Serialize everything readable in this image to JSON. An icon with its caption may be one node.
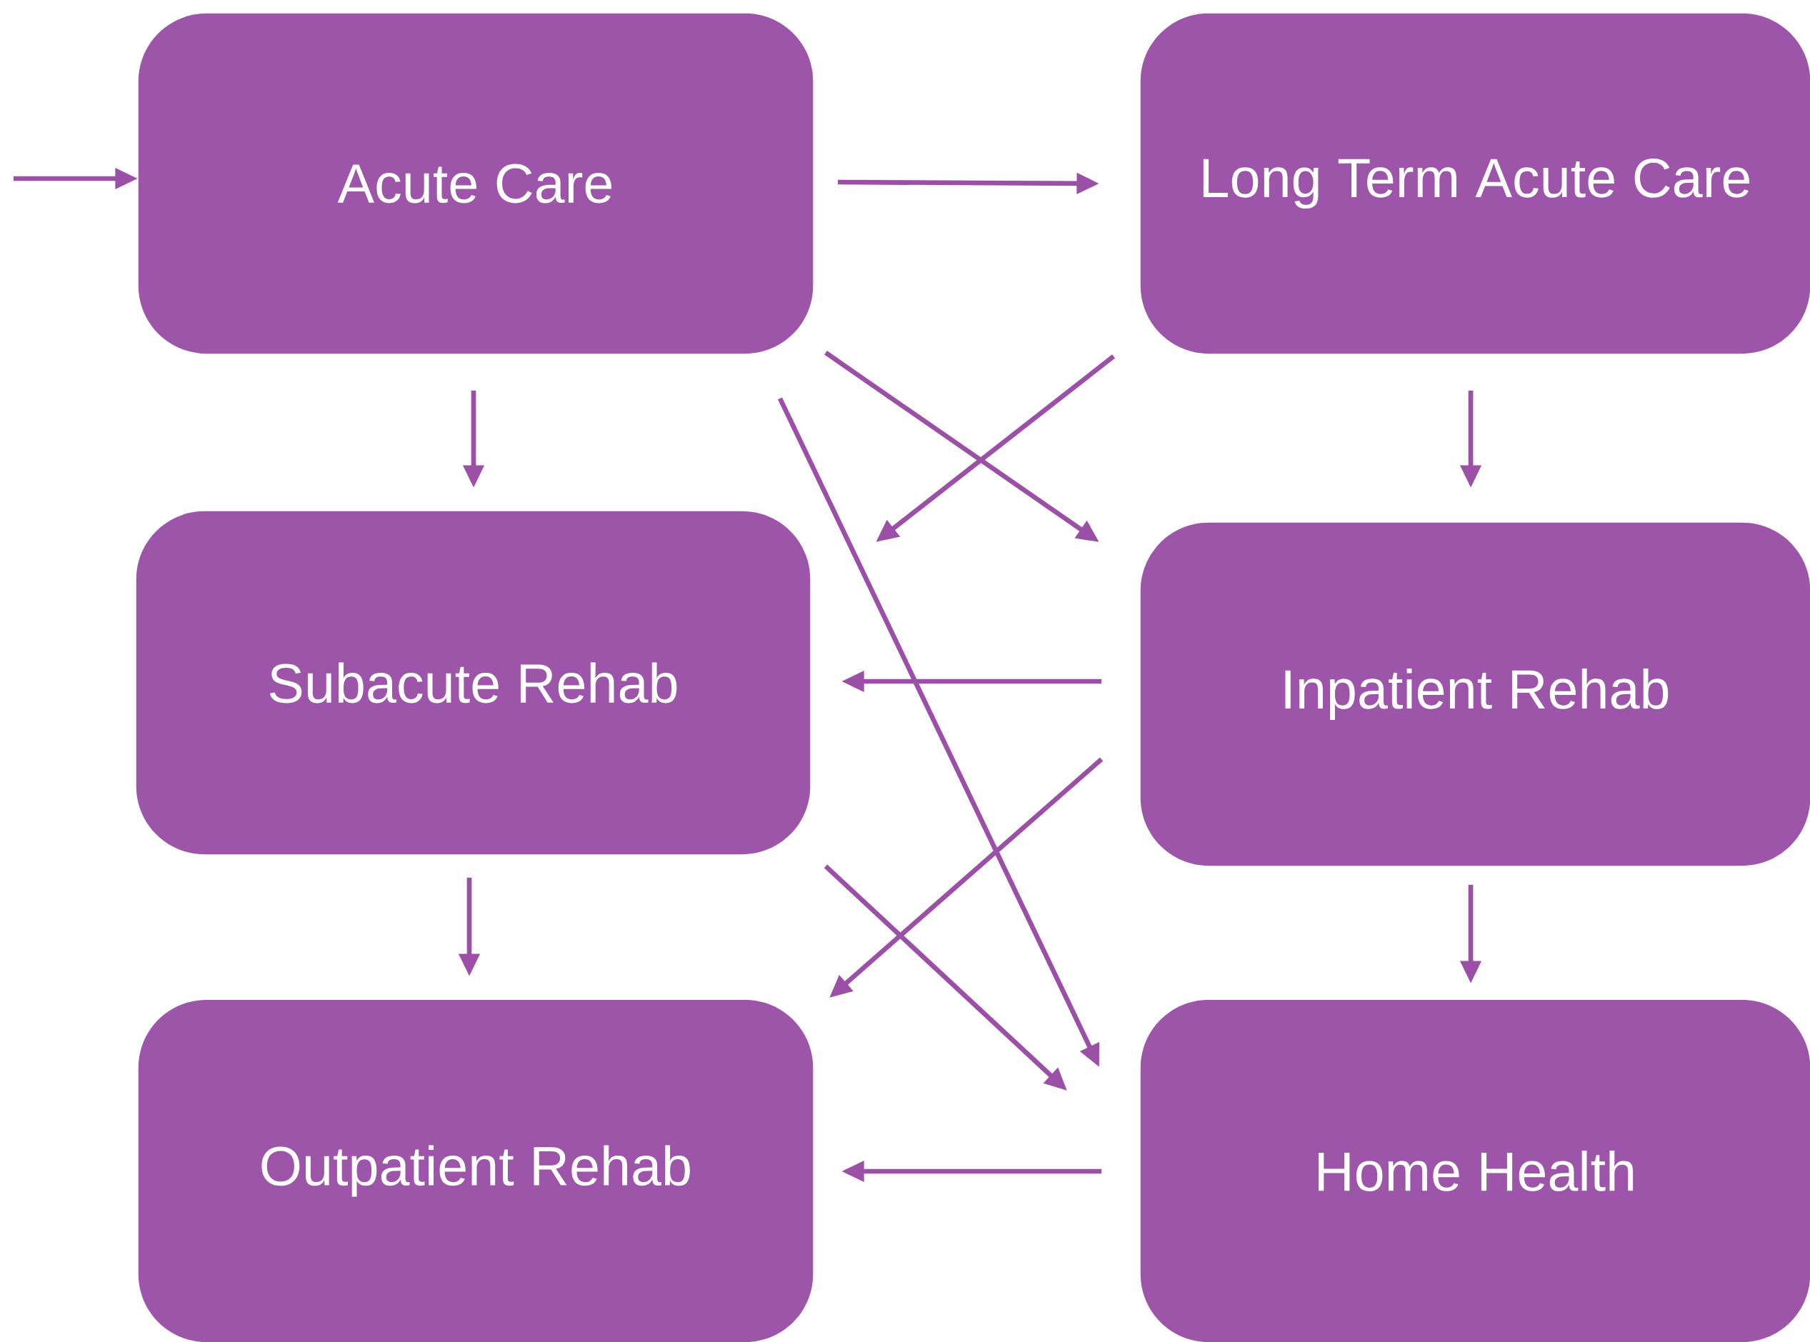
{
  "diagram": {
    "nodes": [
      {
        "text": [
          "Acute Care"
        ]
      },
      {
        "text": [
          "Long Term Acute Care"
        ]
      },
      {
        "text": [
          "Subacute Rehab"
        ]
      },
      {
        "text": [
          "Inpatient Rehab"
        ]
      },
      {
        "text": [
          "Outpatient Rehab"
        ]
      },
      {
        "text": [
          "Home Health"
        ]
      }
    ],
    "edges": [
      {
        "from": null,
        "to": 0,
        "arrow": "to"
      },
      {
        "from": 0,
        "to": 1,
        "arrow": "to"
      },
      {
        "from": 0,
        "to": 2,
        "arrow": "to"
      },
      {
        "from": 0,
        "to": 3,
        "arrow": "to"
      },
      {
        "from": 0,
        "to": 5,
        "arrow": "to"
      },
      {
        "from": 1,
        "to": 2,
        "arrow": "to"
      },
      {
        "from": 1,
        "to": 3,
        "arrow": "to"
      },
      {
        "from": 3,
        "to": 2,
        "arrow": "to"
      },
      {
        "from": 3,
        "to": 4,
        "arrow": "to"
      },
      {
        "from": 3,
        "to": 5,
        "arrow": "to"
      },
      {
        "from": 2,
        "to": 4,
        "arrow": "to"
      },
      {
        "from": 2,
        "to": 5,
        "arrow": "to"
      },
      {
        "from": 5,
        "to": 4,
        "arrow": "to"
      }
    ]
  }
}
